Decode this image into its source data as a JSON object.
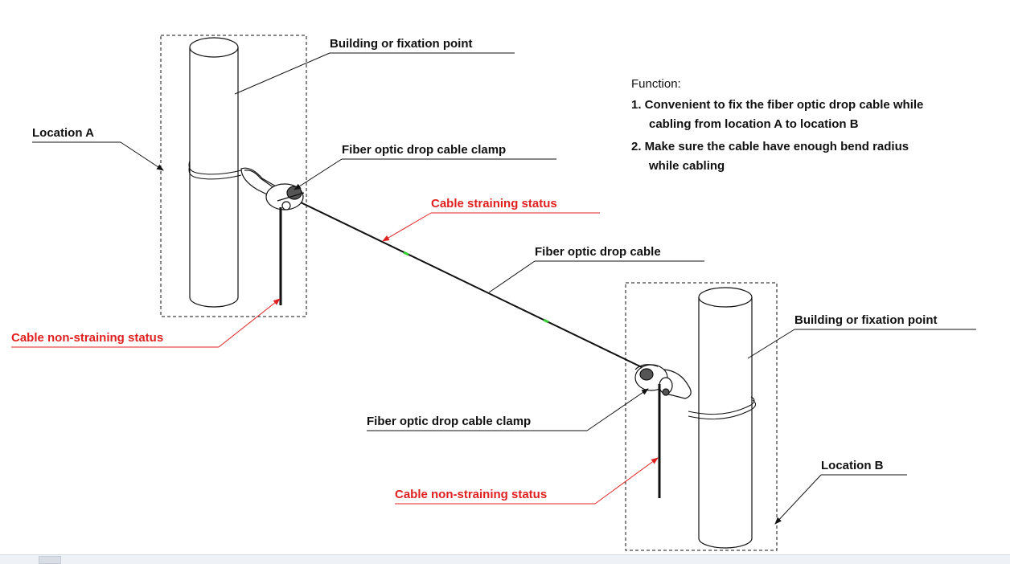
{
  "labels": {
    "building_a": "Building or fixation point",
    "building_b": "Building or fixation point",
    "location_a": "Location A",
    "location_b": "Location B",
    "clamp_a": "Fiber optic drop cable clamp",
    "clamp_b": "Fiber optic drop cable clamp",
    "straining": "Cable straining status",
    "drop_cable": "Fiber optic drop cable",
    "non_straining_a": "Cable non-straining status",
    "non_straining_b": "Cable non-straining status"
  },
  "function": {
    "heading": "Function:",
    "item1_line1": "1. Convenient to fix the fiber optic drop cable while",
    "item1_line2": "cabling from location A to location B",
    "item2_line1": "2. Make sure the cable have enough bend radius",
    "item2_line2": "while cabling"
  },
  "colors": {
    "line": "#111111",
    "highlight_red": "#e02020",
    "marker_green": "#33cc33"
  }
}
